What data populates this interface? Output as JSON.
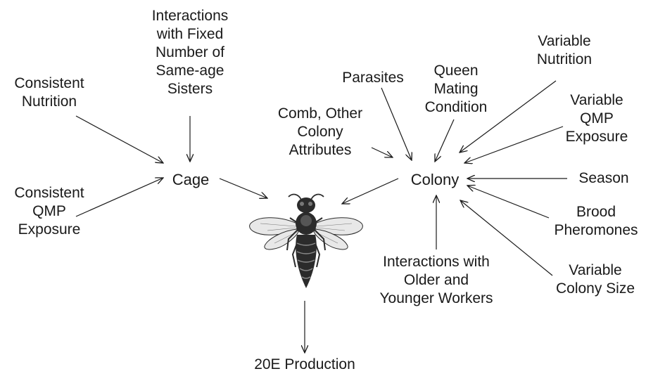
{
  "colors": {
    "ink": "#1a1a1a",
    "background": "#ffffff",
    "bee_body": "#2b2b2b",
    "bee_wing": "#e8e8e8"
  },
  "nodes": {
    "cage": "Cage",
    "colony": "Colony",
    "production": "20E Production"
  },
  "cage_factors": {
    "consistent_nutrition": [
      "Consistent",
      "Nutrition"
    ],
    "interactions_fixed": [
      "Interactions",
      "with Fixed",
      "Number of",
      "Same-age",
      "Sisters"
    ],
    "consistent_qmp": [
      "Consistent",
      "QMP",
      "Exposure"
    ]
  },
  "colony_factors": {
    "parasites": [
      "Parasites"
    ],
    "queen_mating": [
      "Queen",
      "Mating",
      "Condition"
    ],
    "comb": [
      "Comb, Other",
      "Colony",
      "Attributes"
    ],
    "variable_nutrition": [
      "Variable",
      "Nutrition"
    ],
    "variable_qmp": [
      "Variable",
      "QMP",
      "Exposure"
    ],
    "season": [
      "Season"
    ],
    "brood_pheromones": [
      "Brood",
      "Pheromones"
    ],
    "variable_colony_size": [
      "Variable",
      "Colony Size"
    ],
    "interactions_workers": [
      "Interactions with",
      "Older and",
      "Younger Workers"
    ]
  },
  "illustration": {
    "icon": "honey-bee-icon"
  }
}
